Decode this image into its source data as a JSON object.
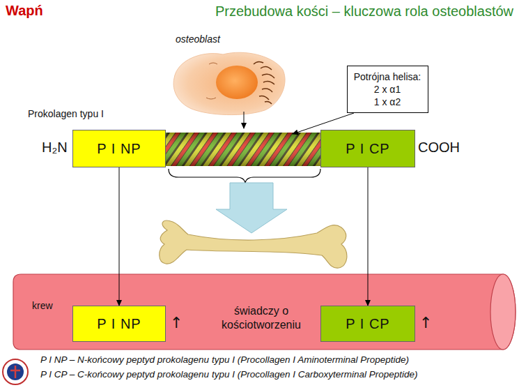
{
  "diagram": {
    "title": "Przebudowa kości – kluczowa rola osteoblastów",
    "nodes": [
      {
        "text": [
          "Potrójna helisa:",
          "2 x α1",
          "1 x α2"
        ]
      },
      {
        "text": [
          "P I NP"
        ]
      },
      {
        "text": [
          "P I CP"
        ]
      },
      {
        "text": [
          "krew",
          "świadczy o kościotworzeniu"
        ]
      },
      {
        "text": [
          "P I NP"
        ],
        "in": 3
      },
      {
        "text": [
          "P I CP"
        ],
        "in": 3
      }
    ],
    "edges": [
      {
        "from": 1,
        "to": 4,
        "arrow": "to"
      },
      {
        "from": 2,
        "to": 5,
        "arrow": "to"
      }
    ],
    "labels": [
      "Wapń",
      "osteoblast",
      "Prokolagen typu I",
      "H₂N",
      "COOH",
      "↑",
      "↑",
      "P I NP – N-końcowy peptyd prokolagenu typu I (Procollagen I Aminoterminal Propeptide)",
      "P I CP – C-końcowy peptyd prokolagenu typu I (Procollagen I Carboxyterminal Propeptide)"
    ]
  }
}
